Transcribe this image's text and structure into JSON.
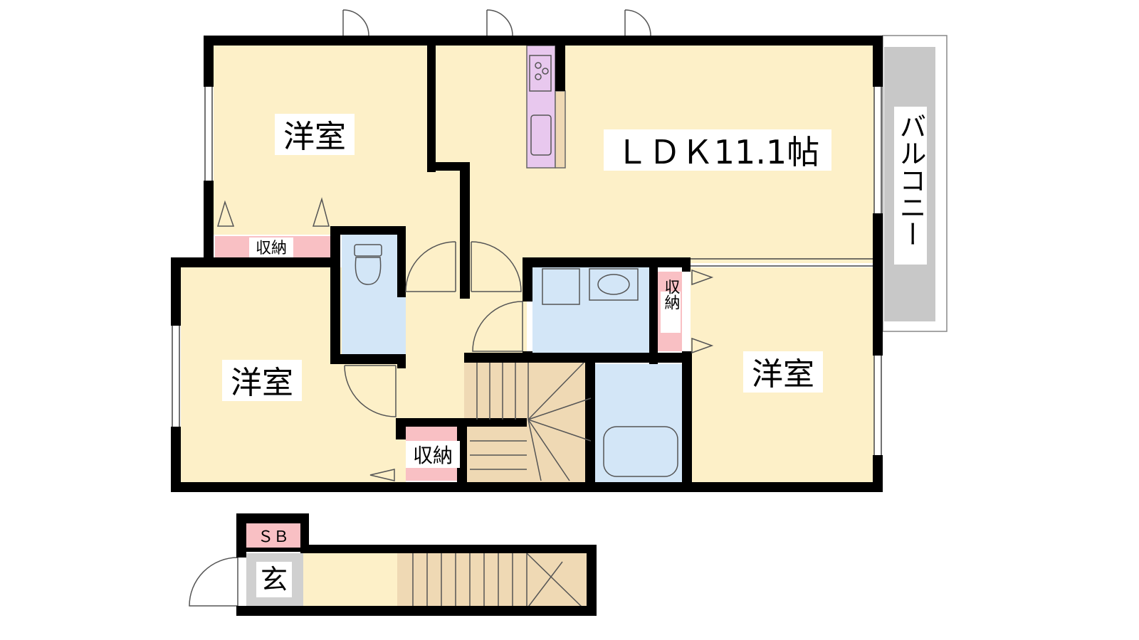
{
  "rooms": {
    "western_room_top_left": "洋室",
    "western_room_bottom_left": "洋室",
    "western_room_right": "洋室",
    "ldk": "ＬＤＫ11.1帖",
    "balcony": "バルコニー",
    "storage_top_left": "収納",
    "storage_middle": "収納",
    "storage_bottom": "収納",
    "shoe_box": "ＳＢ",
    "entrance": "玄"
  },
  "colors": {
    "room_fill": "#fdf0c8",
    "storage_fill": "#f9c0c4",
    "wet_area_fill": "#d3e6f7",
    "stairs_fill": "#efd9b4",
    "balcony_fill": "#c8c8c8",
    "entrance_fill": "#d0d0d0",
    "kitchen_fill": "#e8c8ee",
    "wall": "#000000"
  }
}
